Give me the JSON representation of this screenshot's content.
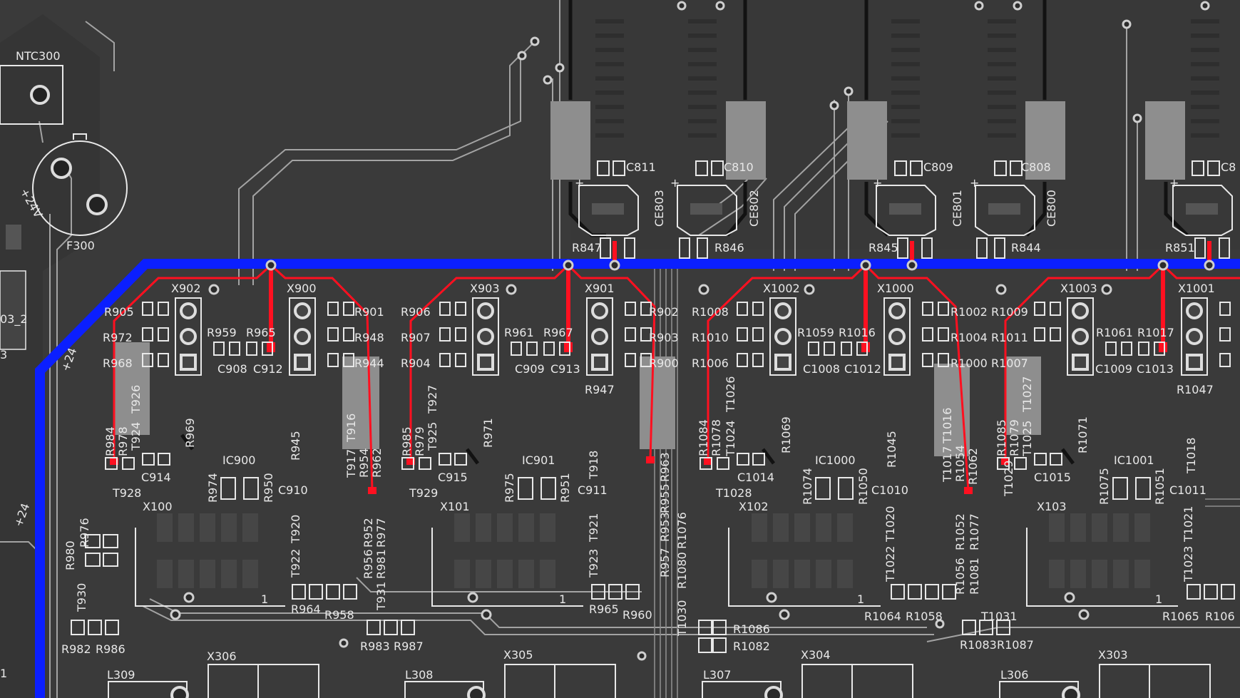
{
  "labels": {
    "ntc300": "NTC300",
    "f300": "F300",
    "plus24v_a": "+24V",
    "plus24v_b": "+24",
    "plus24v_c": "+24",
    "edge_03_2": "03_2",
    "edge_3": "3",
    "edge_1": "1",
    "ce803": "CE803",
    "ce802": "CE802",
    "ce801": "CE801",
    "ce800": "CE800",
    "c811": "C811",
    "c810": "C810",
    "c809": "C809",
    "c808": "C808",
    "c8x": "C8",
    "r847": "R847",
    "r846": "R846",
    "r845": "R845",
    "r844": "R844",
    "r851": "R851",
    "x902": "X902",
    "x900": "X900",
    "x903": "X903",
    "x901": "X901",
    "x1002": "X1002",
    "x1000": "X1000",
    "x1003": "X1003",
    "x1001": "X1001",
    "r905": "R905",
    "r972": "R972",
    "r968": "R968",
    "r959": "R959",
    "r965": "R965",
    "r901": "R901",
    "r948": "R948",
    "r944": "R944",
    "c908": "C908",
    "c912": "C912",
    "r906": "R906",
    "r907": "R907",
    "r904": "R904",
    "r961": "R961",
    "r967": "R967",
    "r902": "R902",
    "r903": "R903",
    "r900": "R900",
    "c909": "C909",
    "c913": "C913",
    "r947": "R947",
    "r1008": "R1008",
    "r1010": "R1010",
    "r1006": "R1006",
    "r1059": "R1059",
    "r1016": "R1016",
    "r1002": "R1002",
    "r1004": "R1004",
    "r1000": "R1000",
    "c1008": "C1008",
    "c1012": "C1012",
    "r1009": "R1009",
    "r1011": "R1011",
    "r1007": "R1007",
    "r1061": "R1061",
    "r1017": "R1017",
    "c1009": "C1009",
    "c1013": "C1013",
    "r1047": "R1047",
    "t926": "T926",
    "t924": "T924",
    "r978": "R978",
    "r984": "R984",
    "r969": "R969",
    "r945": "R945",
    "t916": "T916",
    "t917": "T917",
    "r954": "R954",
    "r962": "R962",
    "ic900": "IC900",
    "c914": "C914",
    "t928": "T928",
    "r974": "R974",
    "r950": "R950",
    "c910": "C910",
    "t927": "T927",
    "t925": "T925",
    "r979": "R979",
    "r985": "R985",
    "r971": "R971",
    "t918": "T918",
    "r963": "R963",
    "ic901": "IC901",
    "c915": "C915",
    "t929": "T929",
    "r975": "R975",
    "r951": "R951",
    "c911": "C911",
    "t1026": "T1026",
    "t1024": "T1024",
    "r1078": "R1078",
    "r1084": "R1084",
    "r1069": "R1069",
    "r1045": "R1045",
    "t1016": "T1016",
    "t1017": "T1017",
    "r1054": "R1054",
    "r1062": "R1062",
    "ic1000": "IC1000",
    "c1014": "C1014",
    "t1028": "T1028",
    "r1074": "R1074",
    "r1050": "R1050",
    "c1010": "C1010",
    "t1027": "T1027",
    "t1025": "T1025",
    "r1079": "R1079",
    "r1085": "R1085",
    "r1071": "R1071",
    "t1018": "T1018",
    "ic1001": "IC1001",
    "c1015": "C1015",
    "t1029": "T1029",
    "r1075": "R1075",
    "r1051": "R1051",
    "c1011": "C1011",
    "x100": "X100",
    "x101": "X101",
    "x102": "X102",
    "x103": "X103",
    "r976": "R976",
    "r980": "R980",
    "t930": "T930",
    "t920": "T920",
    "t922": "T922",
    "r952": "R952",
    "r977": "R977",
    "r956": "R956",
    "r981": "R981",
    "t931": "T931",
    "t921": "T921",
    "t923": "T923",
    "r964": "R964",
    "r958": "R958",
    "r965b": "R965",
    "r960": "R960",
    "r957": "R957",
    "r953": "R953",
    "r955": "R955",
    "r1076": "R1076",
    "r1080": "R1080",
    "t1030": "T1030",
    "t1020": "T1020",
    "t1022": "T1022",
    "r1052": "R1052",
    "r1077": "R1077",
    "r1056": "R1056",
    "r1081": "R1081",
    "t1021": "T1021",
    "t1023": "T1023",
    "r1064": "R1064",
    "r1058": "R1058",
    "t1031": "T1031",
    "r1065": "R1065",
    "r106x": "R106",
    "r982": "R982",
    "r986": "R986",
    "r983": "R983",
    "r987": "R987",
    "r1086": "R1086",
    "r1082": "R1082",
    "r1083": "R1083",
    "r1087": "R1087",
    "x306": "X306",
    "x305": "X305",
    "x304": "X304",
    "x303": "X303",
    "l309": "L309",
    "l308": "L308",
    "l307": "L307",
    "l306": "L306",
    "pin1": "1",
    "plus": "+"
  },
  "colors": {
    "board": "#3a3a3a",
    "copper_fill": "#333333",
    "silk": "#e8e8e8",
    "trace_grey": "#a0a0a0",
    "bus_blue": "#0b1fff",
    "net_red": "#ff1020",
    "pad_grey": "#8a8a8a",
    "dark_trace": "#141414"
  }
}
